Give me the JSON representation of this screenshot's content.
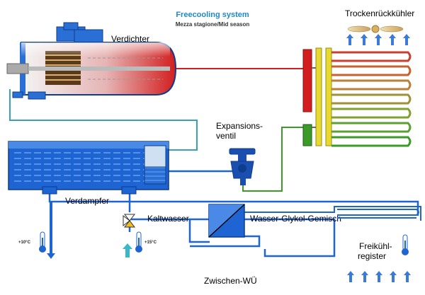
{
  "title": "Freecooling system",
  "subtitle": "Mezza stagione/Mid season",
  "labels": {
    "verdichter": "Verdichter",
    "trockenrueckkuehler": "Trockenrückkühler",
    "expansions_line1": "Expansions-",
    "expansions_line2": "ventil",
    "verdampfer": "Verdampfer",
    "kaltwasser": "Kaltwasser",
    "wasser_glykol": "Wasser-Glykol-Gemisch",
    "freikuehl_line1": "Freikühl-",
    "freikuehl_line2": "register",
    "zwischen_wue": "Zwischen-WÜ",
    "temp_out": "+10°C",
    "temp_in": "+15°C"
  },
  "colors": {
    "blue": "#1e64d2",
    "dark_blue": "#0d3d8c",
    "cyan": "#39a0b5",
    "red": "#d21e1e",
    "green": "#3c9a28",
    "yellow": "#e8d930",
    "title_blue": "#1e88c8"
  }
}
